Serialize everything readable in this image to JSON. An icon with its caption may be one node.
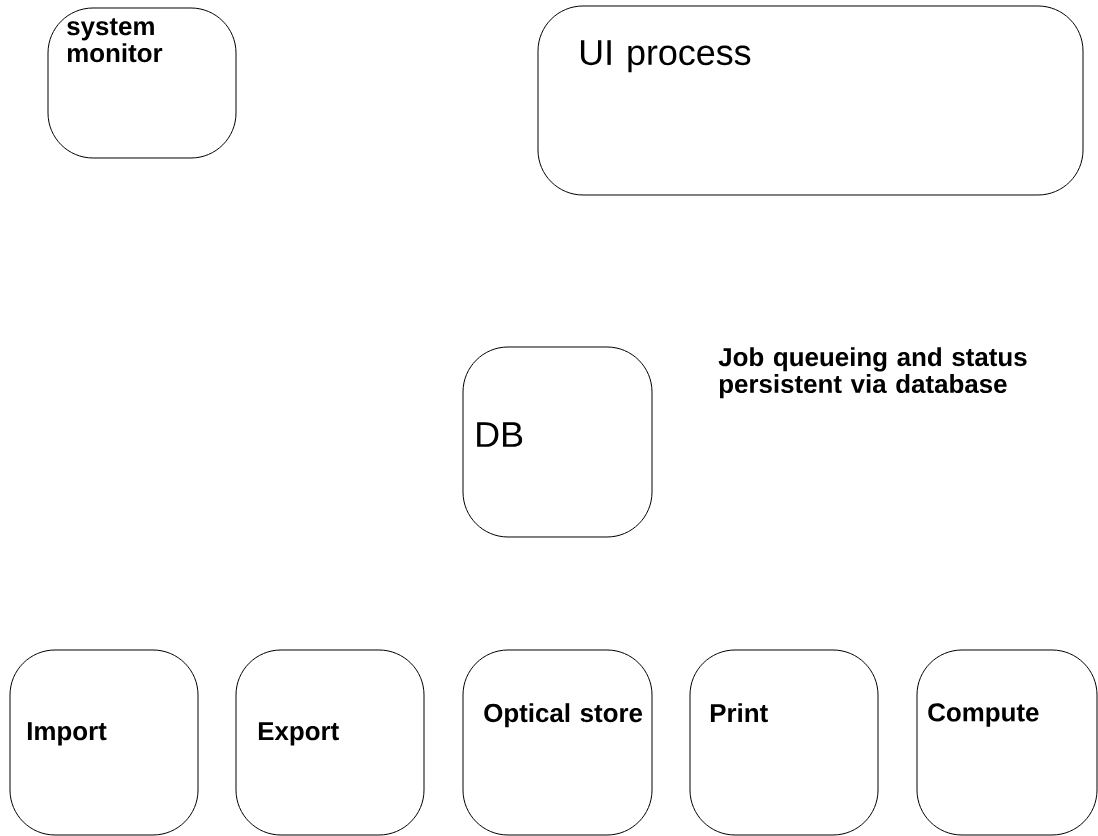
{
  "diagram": {
    "nodes": [
      {
        "text": [
          "system monitor"
        ]
      },
      {
        "text": [
          "UI process"
        ]
      },
      {
        "text": [
          "DB"
        ]
      },
      {
        "text": [
          "Import"
        ]
      },
      {
        "text": [
          "Export"
        ]
      },
      {
        "text": [
          "Optical store"
        ]
      },
      {
        "text": [
          "Print"
        ]
      },
      {
        "text": [
          "Compute"
        ]
      }
    ],
    "labels": [
      "Job queueing and status persistent via database"
    ]
  }
}
